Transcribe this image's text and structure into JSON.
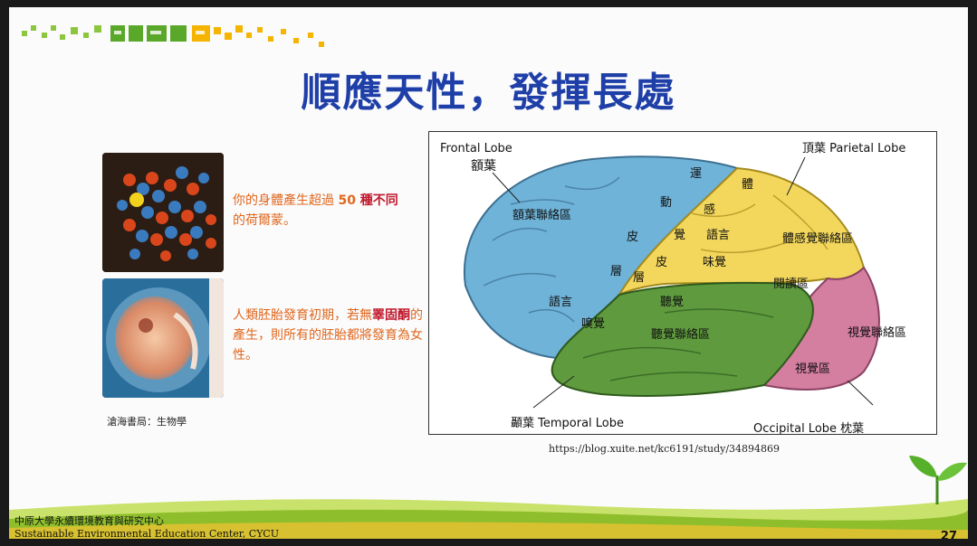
{
  "title": "順應天性，發揮長處",
  "caption1": {
    "prefix": "你的身體產生超過 ",
    "number": "50",
    "highlight": " 種不同",
    "suffix": "的荷爾蒙。"
  },
  "caption2": {
    "prefix": "人類胚胎發育初期，若無",
    "highlight": "睪固酮",
    "suffix": "的產生，則所有的胚胎都將發育為女性。"
  },
  "source": "滄海書局：生物學",
  "url": "https://blog.xuite.net/kc6191/study/34894869",
  "footer": {
    "org_cn": "中原大學永續環境教育與研究中心",
    "org_en": "Sustainable Environmental Education Center, CYCU"
  },
  "page_number": "27",
  "brain": {
    "frontal_en": "Frontal Lobe",
    "frontal_cn": "額葉",
    "frontal_assoc": "額葉聯絡區",
    "parietal": "頂葉 Parietal Lobe",
    "temporal": "顳葉 Temporal Lobe",
    "occipital": "Occipital Lobe 枕葉",
    "motor": [
      "運",
      "動",
      "皮",
      "層"
    ],
    "sensory": [
      "體",
      "感",
      "覺",
      "皮",
      "層"
    ],
    "language_frontal": "語言",
    "language_parietal": "語言",
    "taste": "味覺",
    "somato_assoc": "體感覺聯絡區",
    "reading": "閱讀區",
    "auditory": "聽覺",
    "smell": "嗅覺",
    "auditory_assoc": "聽覺聯絡區",
    "visual_assoc": "視覺聯絡區",
    "visual": "視覺區"
  },
  "colors": {
    "title": "#1f3fa8",
    "caption": "#e0671d",
    "highlight": "#c0182b",
    "frontal": "#6fb3d8",
    "parietal": "#f3d75c",
    "temporal": "#5f9a3e",
    "occipital": "#d47ea0"
  }
}
